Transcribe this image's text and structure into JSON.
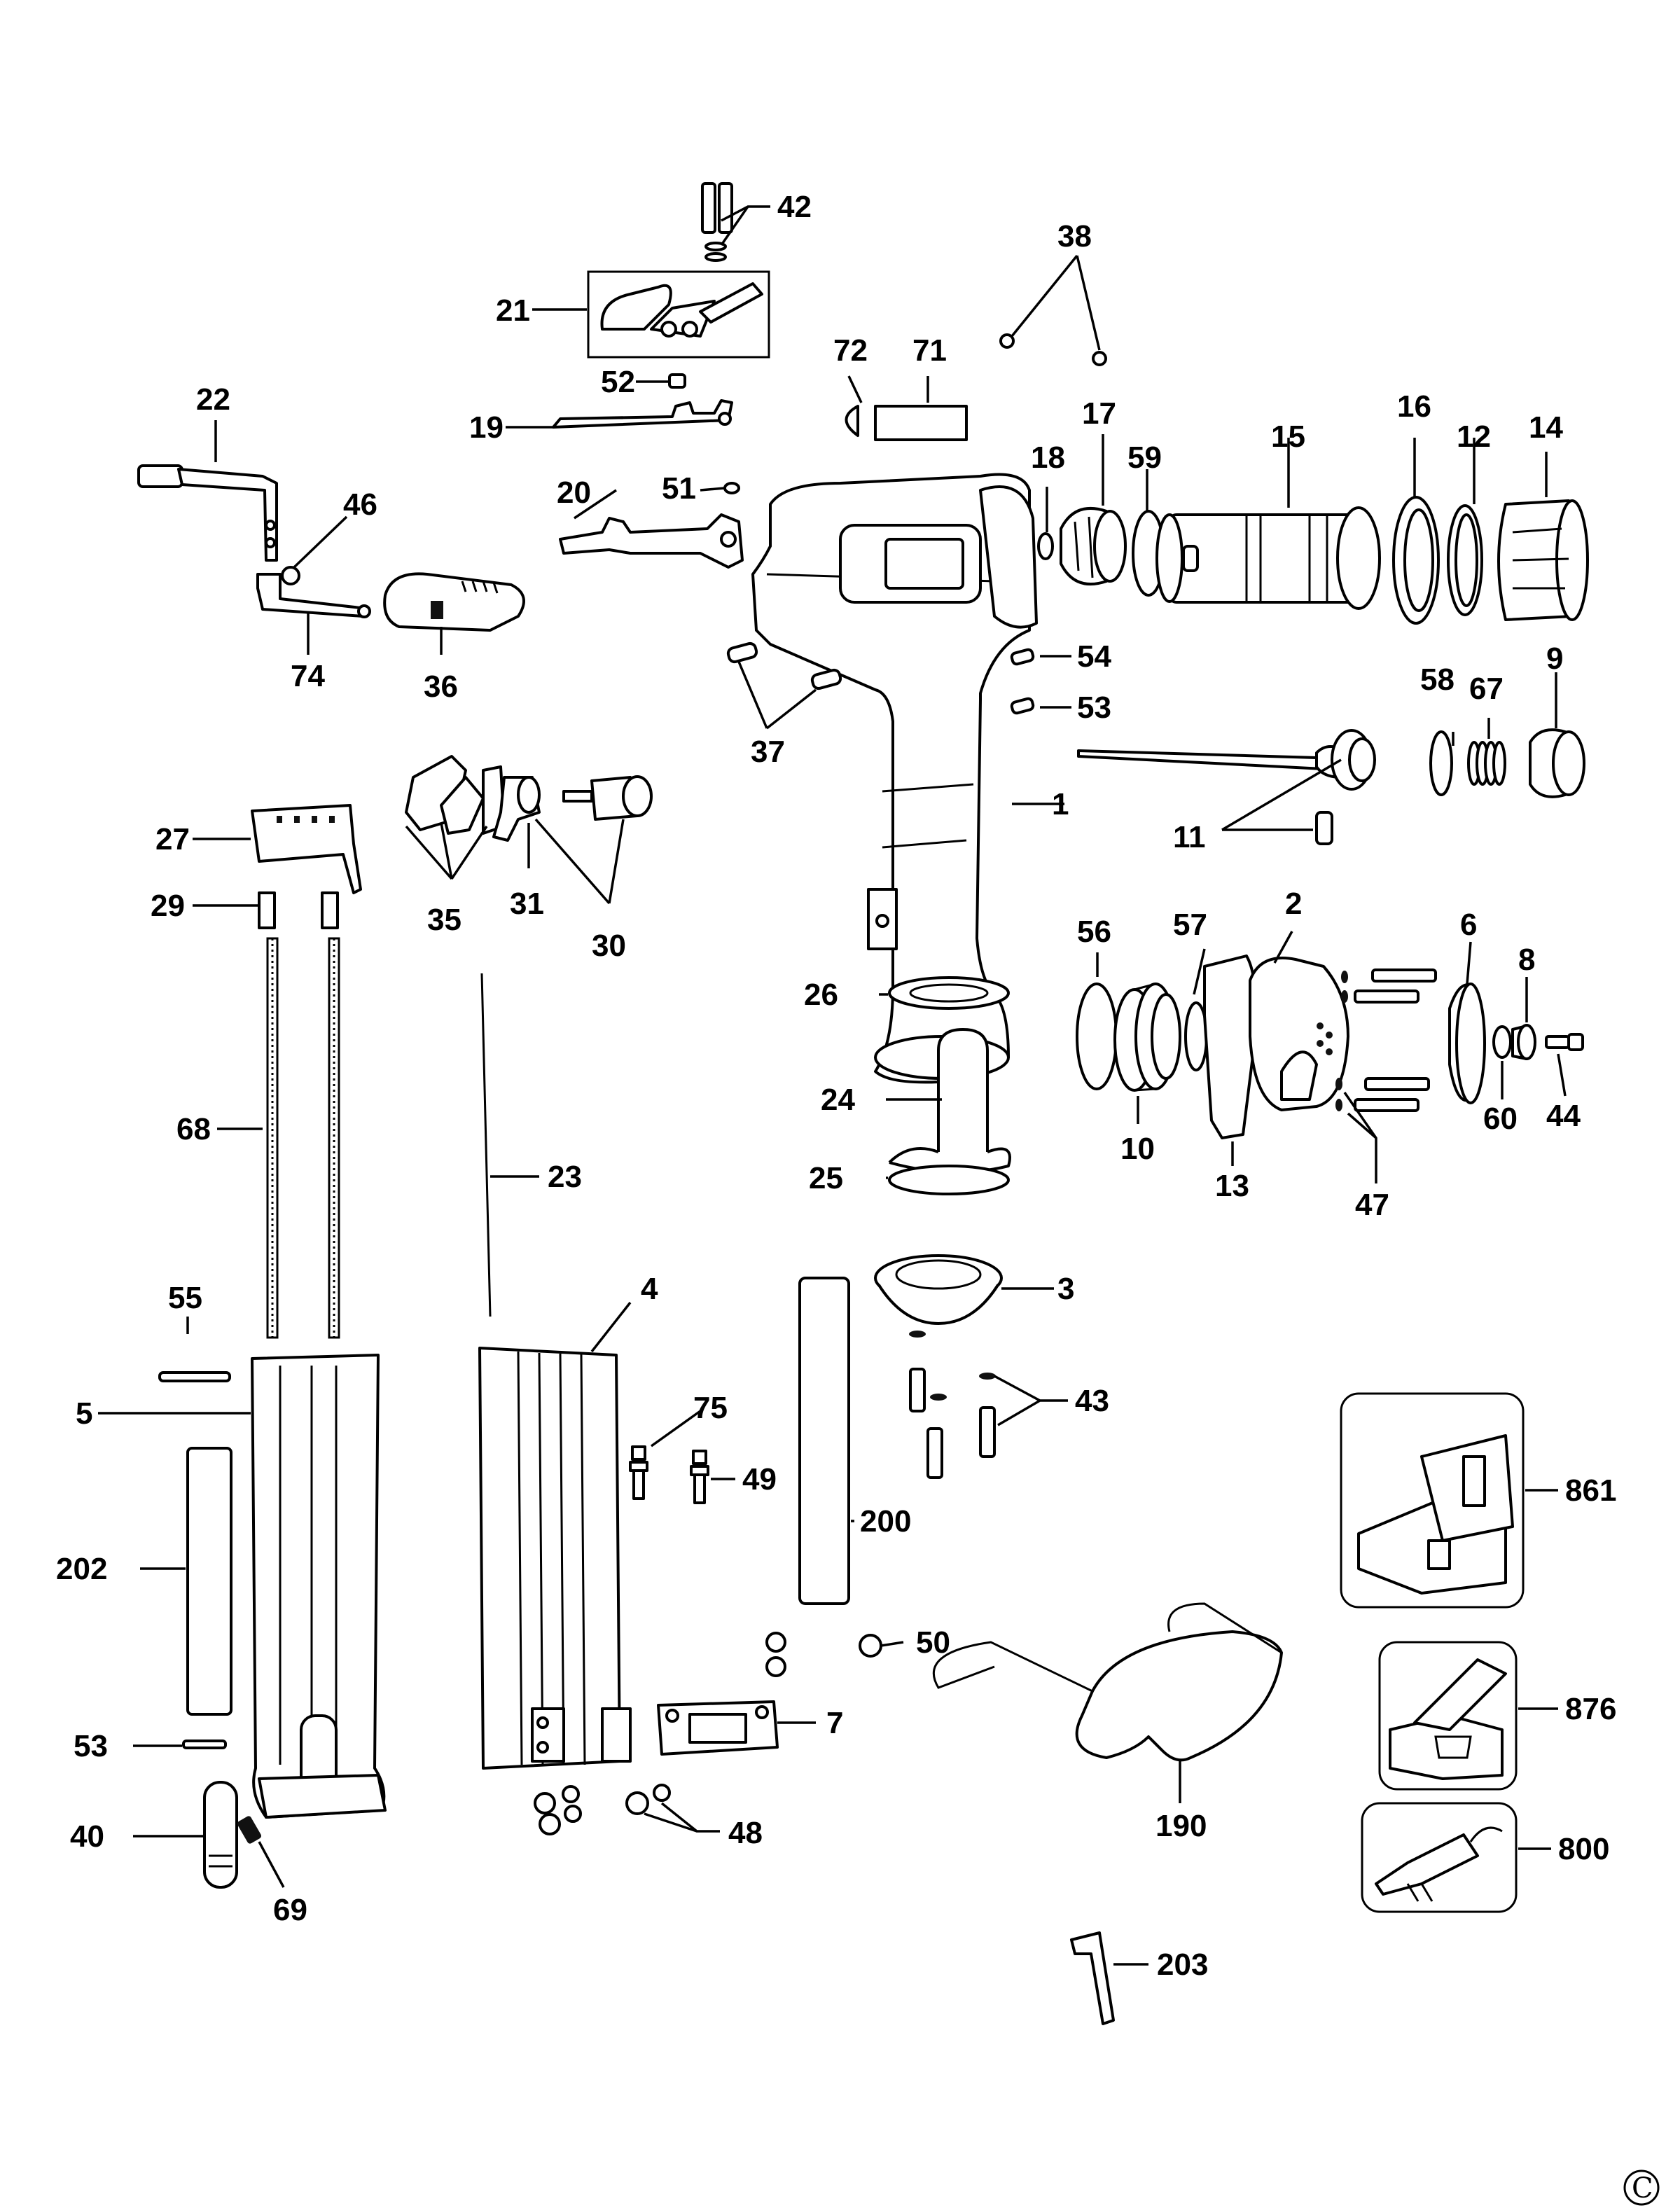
{
  "diagram": {
    "copyright_symbol": "C",
    "parts": [
      {
        "key": "p1",
        "label": "1",
        "name": "housing"
      },
      {
        "key": "p2",
        "label": "2",
        "name": "end-cap"
      },
      {
        "key": "p3",
        "label": "3",
        "name": "exhaust-deflector"
      },
      {
        "key": "p4",
        "label": "4",
        "name": "magazine-housing"
      },
      {
        "key": "p5",
        "label": "5",
        "name": "magazine-channel"
      },
      {
        "key": "p6",
        "label": "6",
        "name": "valve-plate"
      },
      {
        "key": "p7",
        "label": "7",
        "name": "bracket"
      },
      {
        "key": "p8",
        "label": "8",
        "name": "bushing"
      },
      {
        "key": "p9",
        "label": "9",
        "name": "bumper"
      },
      {
        "key": "p10",
        "label": "10",
        "name": "head-valve"
      },
      {
        "key": "p11",
        "label": "11",
        "name": "driver-assembly"
      },
      {
        "key": "p12",
        "label": "12",
        "name": "o-ring"
      },
      {
        "key": "p13",
        "label": "13",
        "name": "gasket"
      },
      {
        "key": "p14",
        "label": "14",
        "name": "cylinder-cage"
      },
      {
        "key": "p15",
        "label": "15",
        "name": "cylinder"
      },
      {
        "key": "p16",
        "label": "16",
        "name": "o-ring"
      },
      {
        "key": "p17",
        "label": "17",
        "name": "nose-bumper"
      },
      {
        "key": "p18",
        "label": "18",
        "name": "washer"
      },
      {
        "key": "p19",
        "label": "19",
        "name": "trigger-plate"
      },
      {
        "key": "p20",
        "label": "20",
        "name": "contact-trip"
      },
      {
        "key": "p21",
        "label": "21",
        "name": "trigger-assembly"
      },
      {
        "key": "p22",
        "label": "22",
        "name": "lever"
      },
      {
        "key": "p23",
        "label": "23",
        "name": "wire"
      },
      {
        "key": "p24",
        "label": "24",
        "name": "hook"
      },
      {
        "key": "p25",
        "label": "25",
        "name": "ring"
      },
      {
        "key": "p26",
        "label": "26",
        "name": "filter"
      },
      {
        "key": "p27",
        "label": "27",
        "name": "nose-plate"
      },
      {
        "key": "p29",
        "label": "29",
        "name": "guide"
      },
      {
        "key": "p30",
        "label": "30",
        "name": "trigger-valve"
      },
      {
        "key": "p31",
        "label": "31",
        "name": "valve-stem"
      },
      {
        "key": "p35",
        "label": "35",
        "name": "latch-set"
      },
      {
        "key": "p36",
        "label": "36",
        "name": "nose-latch"
      },
      {
        "key": "p37",
        "label": "37",
        "name": "pins"
      },
      {
        "key": "p38",
        "label": "38",
        "name": "screws"
      },
      {
        "key": "p40",
        "label": "40",
        "name": "pusher"
      },
      {
        "key": "p42",
        "label": "42",
        "name": "screws"
      },
      {
        "key": "p43",
        "label": "43",
        "name": "screws"
      },
      {
        "key": "p44",
        "label": "44",
        "name": "screw"
      },
      {
        "key": "p46",
        "label": "46",
        "name": "screw"
      },
      {
        "key": "p47",
        "label": "47",
        "name": "screws"
      },
      {
        "key": "p48",
        "label": "48",
        "name": "nuts"
      },
      {
        "key": "p49",
        "label": "49",
        "name": "bolt"
      },
      {
        "key": "p50",
        "label": "50",
        "name": "nut"
      },
      {
        "key": "p51",
        "label": "51",
        "name": "pin"
      },
      {
        "key": "p52",
        "label": "52",
        "name": "pin"
      },
      {
        "key": "p53a",
        "label": "53",
        "name": "pin"
      },
      {
        "key": "p53b",
        "label": "53",
        "name": "pin"
      },
      {
        "key": "p54",
        "label": "54",
        "name": "pin"
      },
      {
        "key": "p55",
        "label": "55",
        "name": "pin"
      },
      {
        "key": "p56",
        "label": "56",
        "name": "o-ring"
      },
      {
        "key": "p57",
        "label": "57",
        "name": "o-ring"
      },
      {
        "key": "p58",
        "label": "58",
        "name": "o-ring"
      },
      {
        "key": "p59",
        "label": "59",
        "name": "o-ring"
      },
      {
        "key": "p60",
        "label": "60",
        "name": "washer"
      },
      {
        "key": "p67",
        "label": "67",
        "name": "spring"
      },
      {
        "key": "p68",
        "label": "68",
        "name": "springs"
      },
      {
        "key": "p69",
        "label": "69",
        "name": "spring"
      },
      {
        "key": "p71",
        "label": "71",
        "name": "label"
      },
      {
        "key": "p72",
        "label": "72",
        "name": "label"
      },
      {
        "key": "p74",
        "label": "74",
        "name": "lever"
      },
      {
        "key": "p75",
        "label": "75",
        "name": "bolt"
      },
      {
        "key": "p190",
        "label": "190",
        "name": "safety-glasses"
      },
      {
        "key": "p200",
        "label": "200",
        "name": "label"
      },
      {
        "key": "p202",
        "label": "202",
        "name": "label"
      },
      {
        "key": "p203",
        "label": "203",
        "name": "hex-key"
      },
      {
        "key": "p800",
        "label": "800",
        "name": "oiler"
      },
      {
        "key": "p861",
        "label": "861",
        "name": "kit-box"
      },
      {
        "key": "p876",
        "label": "876",
        "name": "fastener-box"
      }
    ]
  }
}
